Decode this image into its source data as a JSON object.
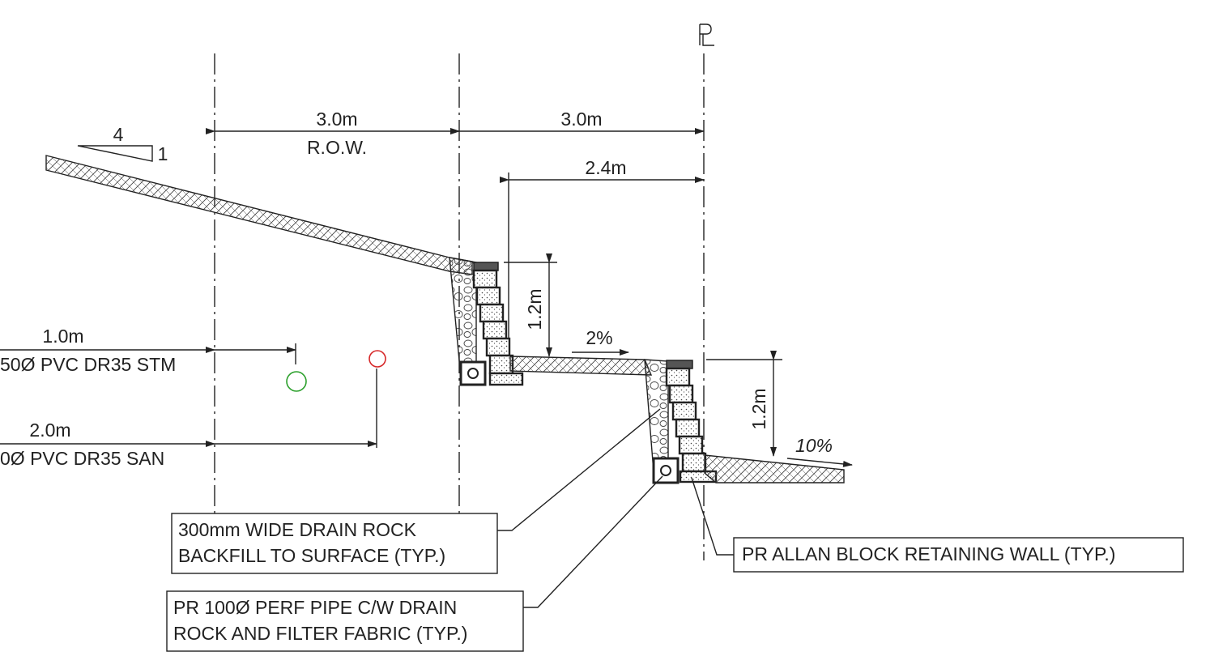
{
  "property_line_symbol": "PL",
  "slope_indicator": {
    "run": "4",
    "rise": "1"
  },
  "dimensions": {
    "row_width": "3.0m",
    "row_label": "R.O.W.",
    "row_to_pl": "3.0m",
    "upper_terrace_width": "2.4m",
    "upper_wall_height": "1.2m",
    "lower_wall_height": "1.2m",
    "stm_offset": "1.0m",
    "san_offset": "2.0m"
  },
  "grades": {
    "terrace": "2%",
    "toe": "10%"
  },
  "utilities": {
    "storm": {
      "label": "50Ø PVC DR35 STM",
      "color": "#2ca02c"
    },
    "sanitary": {
      "label": "0Ø PVC DR35 SAN",
      "color": "#d62728"
    }
  },
  "callouts": {
    "drain_rock": {
      "line1": "300mm WIDE DRAIN ROCK",
      "line2": "BACKFILL TO SURFACE (TYP.)"
    },
    "perf_pipe": {
      "line1": "PR 100Ø PERF PIPE C/W DRAIN",
      "line2": "ROCK AND FILTER FABRIC (TYP.)"
    },
    "retaining_wall": {
      "line1": "PR ALLAN BLOCK RETAINING WALL (TYP.)"
    }
  },
  "colors": {
    "linework": "#222222",
    "storm_pipe": "#2ca02c",
    "sanitary_pipe": "#d62728"
  }
}
